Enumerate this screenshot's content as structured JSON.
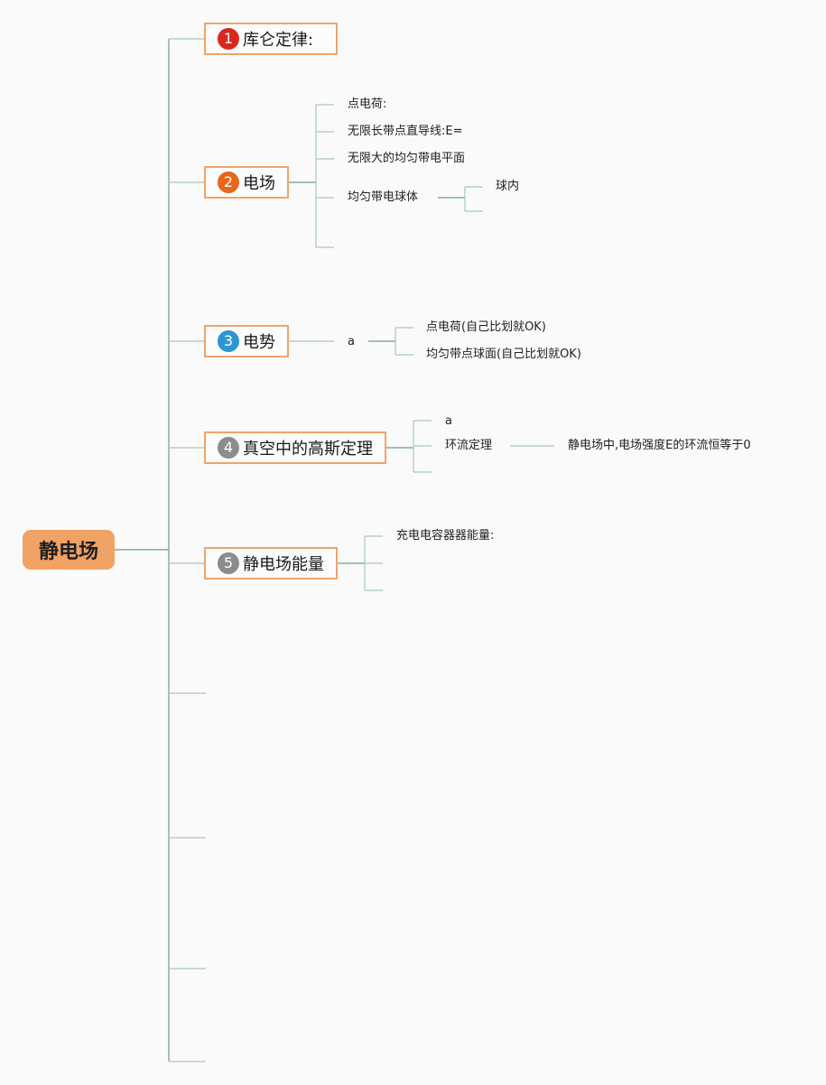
{
  "root": {
    "label": "静电场"
  },
  "topics": [
    {
      "number": "1",
      "label": "库仑定律:",
      "badge_color": "#d8281e"
    },
    {
      "number": "2",
      "label": "电场",
      "badge_color": "#e8661c"
    },
    {
      "number": "3",
      "label": "电势",
      "badge_color": "#2a97d4"
    },
    {
      "number": "4",
      "label": "真空中的高斯定理",
      "badge_color": "#8c8c8c"
    },
    {
      "number": "5",
      "label": "静电场能量",
      "badge_color": "#8c8c8c"
    }
  ],
  "electric_field": {
    "items": [
      "点电荷:",
      "无限长带点直导线:E=",
      "无限大的均匀带电平面",
      "均匀带电球体"
    ],
    "sphere_sub": [
      "球内"
    ]
  },
  "potential": {
    "child": "a",
    "items": [
      "点电荷(自己比划就OK)",
      "均匀带点球面(自己比划就OK)"
    ]
  },
  "gauss": {
    "items": [
      "a",
      "环流定理"
    ],
    "circulation_note": "静电场中,电场强度E的环流恒等于0"
  },
  "energy": {
    "items": [
      "充电电容器器能量:"
    ]
  },
  "colors": {
    "connector": "#6e9b8c",
    "connector_light": "#a9c8bc",
    "topic_border": "#eea46d",
    "root_fill": "#f1a265",
    "background": "#fafafa"
  }
}
